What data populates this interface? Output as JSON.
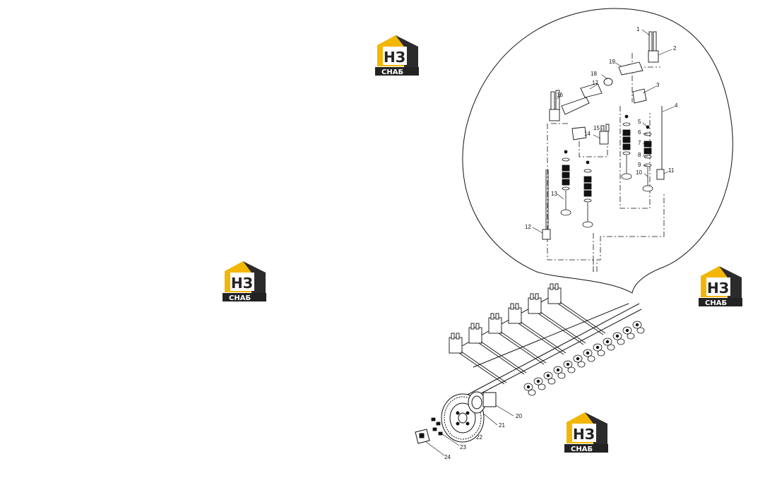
{
  "watermark": {
    "mark": "НЗ",
    "word": "СНАБ",
    "accent": "#f2b705",
    "dark": "#222222"
  },
  "callouts": [
    "1",
    "2",
    "3",
    "4",
    "5",
    "6",
    "7",
    "8",
    "9",
    "10",
    "11",
    "12",
    "13",
    "14",
    "15",
    "16",
    "17",
    "18",
    "19",
    "20",
    "21",
    "22",
    "23",
    "24"
  ]
}
